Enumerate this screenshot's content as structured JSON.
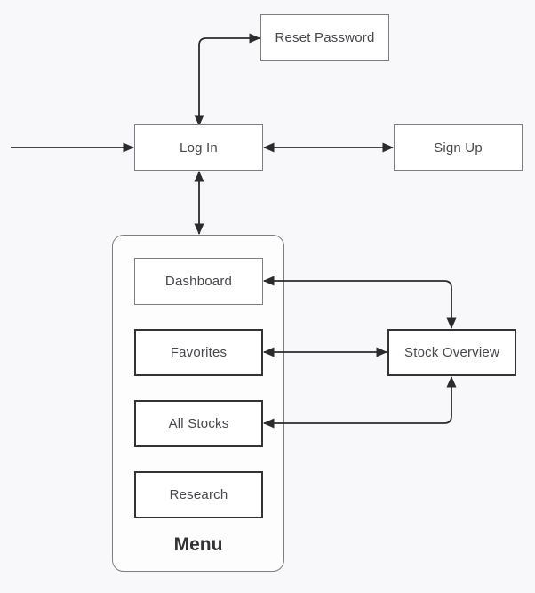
{
  "diagram": {
    "title": "Auth and stock menu navigation flowchart",
    "nodes": {
      "reset_password": {
        "label": "Reset Password",
        "style": "light"
      },
      "login": {
        "label": "Log In",
        "style": "light"
      },
      "signup": {
        "label": "Sign Up",
        "style": "light"
      },
      "dashboard": {
        "label": "Dashboard",
        "style": "light"
      },
      "favorites": {
        "label": "Favorites",
        "style": "dark"
      },
      "all_stocks": {
        "label": "All Stocks",
        "style": "dark"
      },
      "research": {
        "label": "Research",
        "style": "dark"
      },
      "stock_overview": {
        "label": "Stock Overview",
        "style": "dark"
      }
    },
    "container": {
      "label": "Menu",
      "children": [
        "dashboard",
        "favorites",
        "all_stocks",
        "research"
      ]
    },
    "edges": [
      {
        "from": "offscreen-left",
        "to": "login",
        "direction": "one-way"
      },
      {
        "from": "login",
        "to": "reset_password",
        "direction": "two-way"
      },
      {
        "from": "login",
        "to": "signup",
        "direction": "two-way"
      },
      {
        "from": "login",
        "to": "menu",
        "direction": "two-way"
      },
      {
        "from": "dashboard",
        "to": "stock_overview",
        "direction": "two-way"
      },
      {
        "from": "favorites",
        "to": "stock_overview",
        "direction": "two-way"
      },
      {
        "from": "all_stocks",
        "to": "stock_overview",
        "direction": "two-way"
      }
    ],
    "colors": {
      "background": "#f8f8fa",
      "node_fill": "#ffffff",
      "light_border": "#7e7e82",
      "dark_border": "#333336",
      "line": "#2b2b2d",
      "text": "#47474b"
    }
  }
}
